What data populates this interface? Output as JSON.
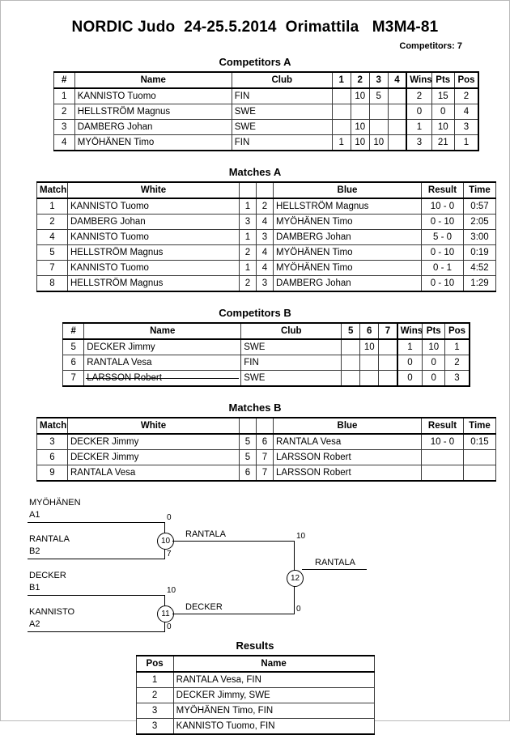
{
  "header": {
    "title": "NORDIC Judo  24-25.5.2014  Orimattila   M3M4-81",
    "competitors_label": "Competitors: 7"
  },
  "sections": {
    "competitors_a": "Competitors A",
    "matches_a": "Matches A",
    "competitors_b": "Competitors B",
    "matches_b": "Matches B",
    "results": "Results"
  },
  "competitors_a": {
    "headers": {
      "num": "#",
      "name": "Name",
      "club": "Club",
      "s1": "1",
      "s2": "2",
      "s3": "3",
      "s4": "4",
      "wins": "Wins",
      "pts": "Pts",
      "pos": "Pos"
    },
    "rows": [
      {
        "num": "1",
        "name": "KANNISTO Tuomo",
        "club": "FIN",
        "s1": "",
        "s2": "10",
        "s3": "5",
        "s4": "",
        "wins": "2",
        "pts": "15",
        "pos": "2"
      },
      {
        "num": "2",
        "name": "HELLSTRÖM Magnus",
        "club": "SWE",
        "s1": "",
        "s2": "",
        "s3": "",
        "s4": "",
        "wins": "0",
        "pts": "0",
        "pos": "4"
      },
      {
        "num": "3",
        "name": "DAMBERG Johan",
        "club": "SWE",
        "s1": "",
        "s2": "10",
        "s3": "",
        "s4": "",
        "wins": "1",
        "pts": "10",
        "pos": "3"
      },
      {
        "num": "4",
        "name": "MYÖHÄNEN Timo",
        "club": "FIN",
        "s1": "1",
        "s2": "10",
        "s3": "10",
        "s4": "",
        "wins": "3",
        "pts": "21",
        "pos": "1"
      }
    ]
  },
  "matches_a": {
    "headers": {
      "match": "Match",
      "white": "White",
      "n1": "",
      "n2": "",
      "blue": "Blue",
      "result": "Result",
      "time": "Time"
    },
    "rows": [
      {
        "match": "1",
        "white": "KANNISTO Tuomo",
        "n1": "1",
        "n2": "2",
        "blue": "HELLSTRÖM Magnus",
        "result": "10 - 0",
        "time": "0:57"
      },
      {
        "match": "2",
        "white": "DAMBERG Johan",
        "n1": "3",
        "n2": "4",
        "blue": "MYÖHÄNEN Timo",
        "result": "0 - 10",
        "time": "2:05"
      },
      {
        "match": "4",
        "white": "KANNISTO Tuomo",
        "n1": "1",
        "n2": "3",
        "blue": "DAMBERG Johan",
        "result": "5 - 0",
        "time": "3:00"
      },
      {
        "match": "5",
        "white": "HELLSTRÖM Magnus",
        "n1": "2",
        "n2": "4",
        "blue": "MYÖHÄNEN Timo",
        "result": "0 - 10",
        "time": "0:19"
      },
      {
        "match": "7",
        "white": "KANNISTO Tuomo",
        "n1": "1",
        "n2": "4",
        "blue": "MYÖHÄNEN Timo",
        "result": "0 - 1",
        "time": "4:52"
      },
      {
        "match": "8",
        "white": "HELLSTRÖM Magnus",
        "n1": "2",
        "n2": "3",
        "blue": "DAMBERG Johan",
        "result": "0 - 10",
        "time": "1:29"
      }
    ]
  },
  "competitors_b": {
    "headers": {
      "num": "#",
      "name": "Name",
      "club": "Club",
      "s5": "5",
      "s6": "6",
      "s7": "7",
      "wins": "Wins",
      "pts": "Pts",
      "pos": "Pos"
    },
    "rows": [
      {
        "num": "5",
        "name": "DECKER Jimmy",
        "club": "SWE",
        "s5": "",
        "s6": "10",
        "s7": "",
        "wins": "1",
        "pts": "10",
        "pos": "1",
        "withdrawn": false
      },
      {
        "num": "6",
        "name": "RANTALA Vesa",
        "club": "FIN",
        "s5": "",
        "s6": "",
        "s7": "",
        "wins": "0",
        "pts": "0",
        "pos": "2",
        "withdrawn": false
      },
      {
        "num": "7",
        "name": "LARSSON Robert",
        "club": "SWE",
        "s5": "",
        "s6": "",
        "s7": "",
        "wins": "0",
        "pts": "0",
        "pos": "3",
        "withdrawn": true
      }
    ]
  },
  "matches_b": {
    "headers": {
      "match": "Match",
      "white": "White",
      "n1": "",
      "n2": "",
      "blue": "Blue",
      "result": "Result",
      "time": "Time"
    },
    "rows": [
      {
        "match": "3",
        "white": "DECKER Jimmy",
        "n1": "5",
        "n2": "6",
        "blue": "RANTALA Vesa",
        "result": "10 - 0",
        "time": "0:15"
      },
      {
        "match": "6",
        "white": "DECKER Jimmy",
        "n1": "5",
        "n2": "7",
        "blue": "LARSSON Robert",
        "result": "",
        "time": ""
      },
      {
        "match": "9",
        "white": "RANTALA Vesa",
        "n1": "6",
        "n2": "7",
        "blue": "LARSSON Robert",
        "result": "",
        "time": ""
      }
    ]
  },
  "bracket": {
    "entrants": [
      {
        "name": "MYÖHÄNEN",
        "seed": "A1",
        "score": "0"
      },
      {
        "name": "RANTALA",
        "seed": "B2",
        "score": "7"
      },
      {
        "name": "DECKER",
        "seed": "B1",
        "score": "10"
      },
      {
        "name": "KANNISTO",
        "seed": "A2",
        "score": "0"
      }
    ],
    "semi_upper": {
      "match": "10",
      "winner": "RANTALA",
      "final_score": "10"
    },
    "semi_lower": {
      "match": "11",
      "winner": "DECKER",
      "final_score": "0"
    },
    "final": {
      "match": "12",
      "winner": "RANTALA"
    }
  },
  "results": {
    "headers": {
      "pos": "Pos",
      "name": "Name"
    },
    "rows": [
      {
        "pos": "1",
        "name": "RANTALA Vesa, FIN"
      },
      {
        "pos": "2",
        "name": "DECKER Jimmy, SWE"
      },
      {
        "pos": "3",
        "name": "MYÖHÄNEN Timo, FIN"
      },
      {
        "pos": "3",
        "name": "KANNISTO Tuomo, FIN"
      }
    ]
  }
}
